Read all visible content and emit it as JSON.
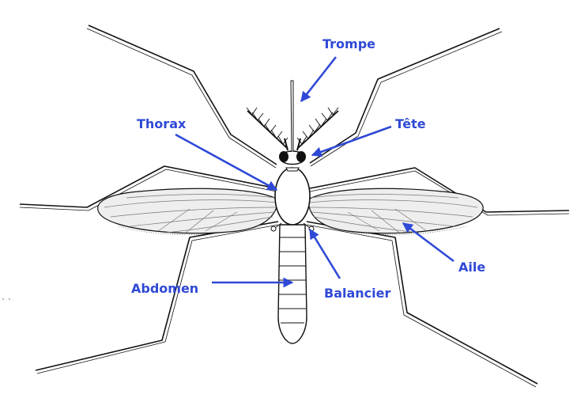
{
  "diagram": {
    "labels": {
      "trompe": "Trompe",
      "thorax": "Thorax",
      "tete": "Tête",
      "aile": "Aile",
      "abdomen": "Abdomen",
      "balancier": "Balancier"
    },
    "colors": {
      "label": "#2f49d6",
      "arrow": "#2f49d6",
      "outline": "#111111",
      "wing_fill": "#eeeeee"
    }
  }
}
